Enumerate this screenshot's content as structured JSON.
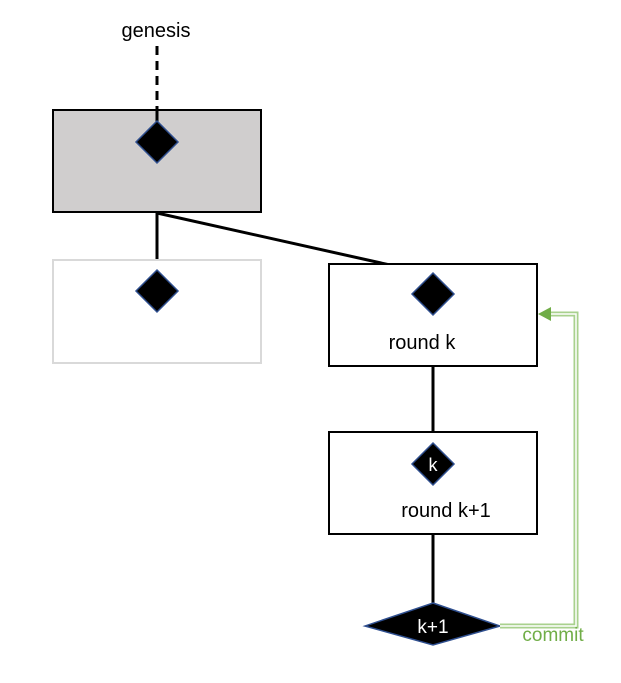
{
  "diagram": {
    "genesis_label": "genesis",
    "blocks": [
      {
        "id": "genesis-block",
        "label": "",
        "style": "shaded"
      },
      {
        "id": "orphan-block",
        "label": "",
        "style": "faded"
      },
      {
        "id": "round-k-block",
        "label": "round k",
        "style": "normal"
      },
      {
        "id": "round-k1-block",
        "label": "round k+1",
        "style": "normal"
      }
    ],
    "diamonds": {
      "genesis": "",
      "orphan": "",
      "round_k": "",
      "round_k1": "k",
      "final": "k+1"
    },
    "commit_label": "commit"
  },
  "colors": {
    "shaded_fill": "#d0cece",
    "faded_border": "#d9d9d9",
    "diamond_fill": "#000000",
    "diamond_stroke": "#2f4f8f",
    "commit": "#70ad47",
    "commit_arrow_line": "#a9d18e"
  }
}
